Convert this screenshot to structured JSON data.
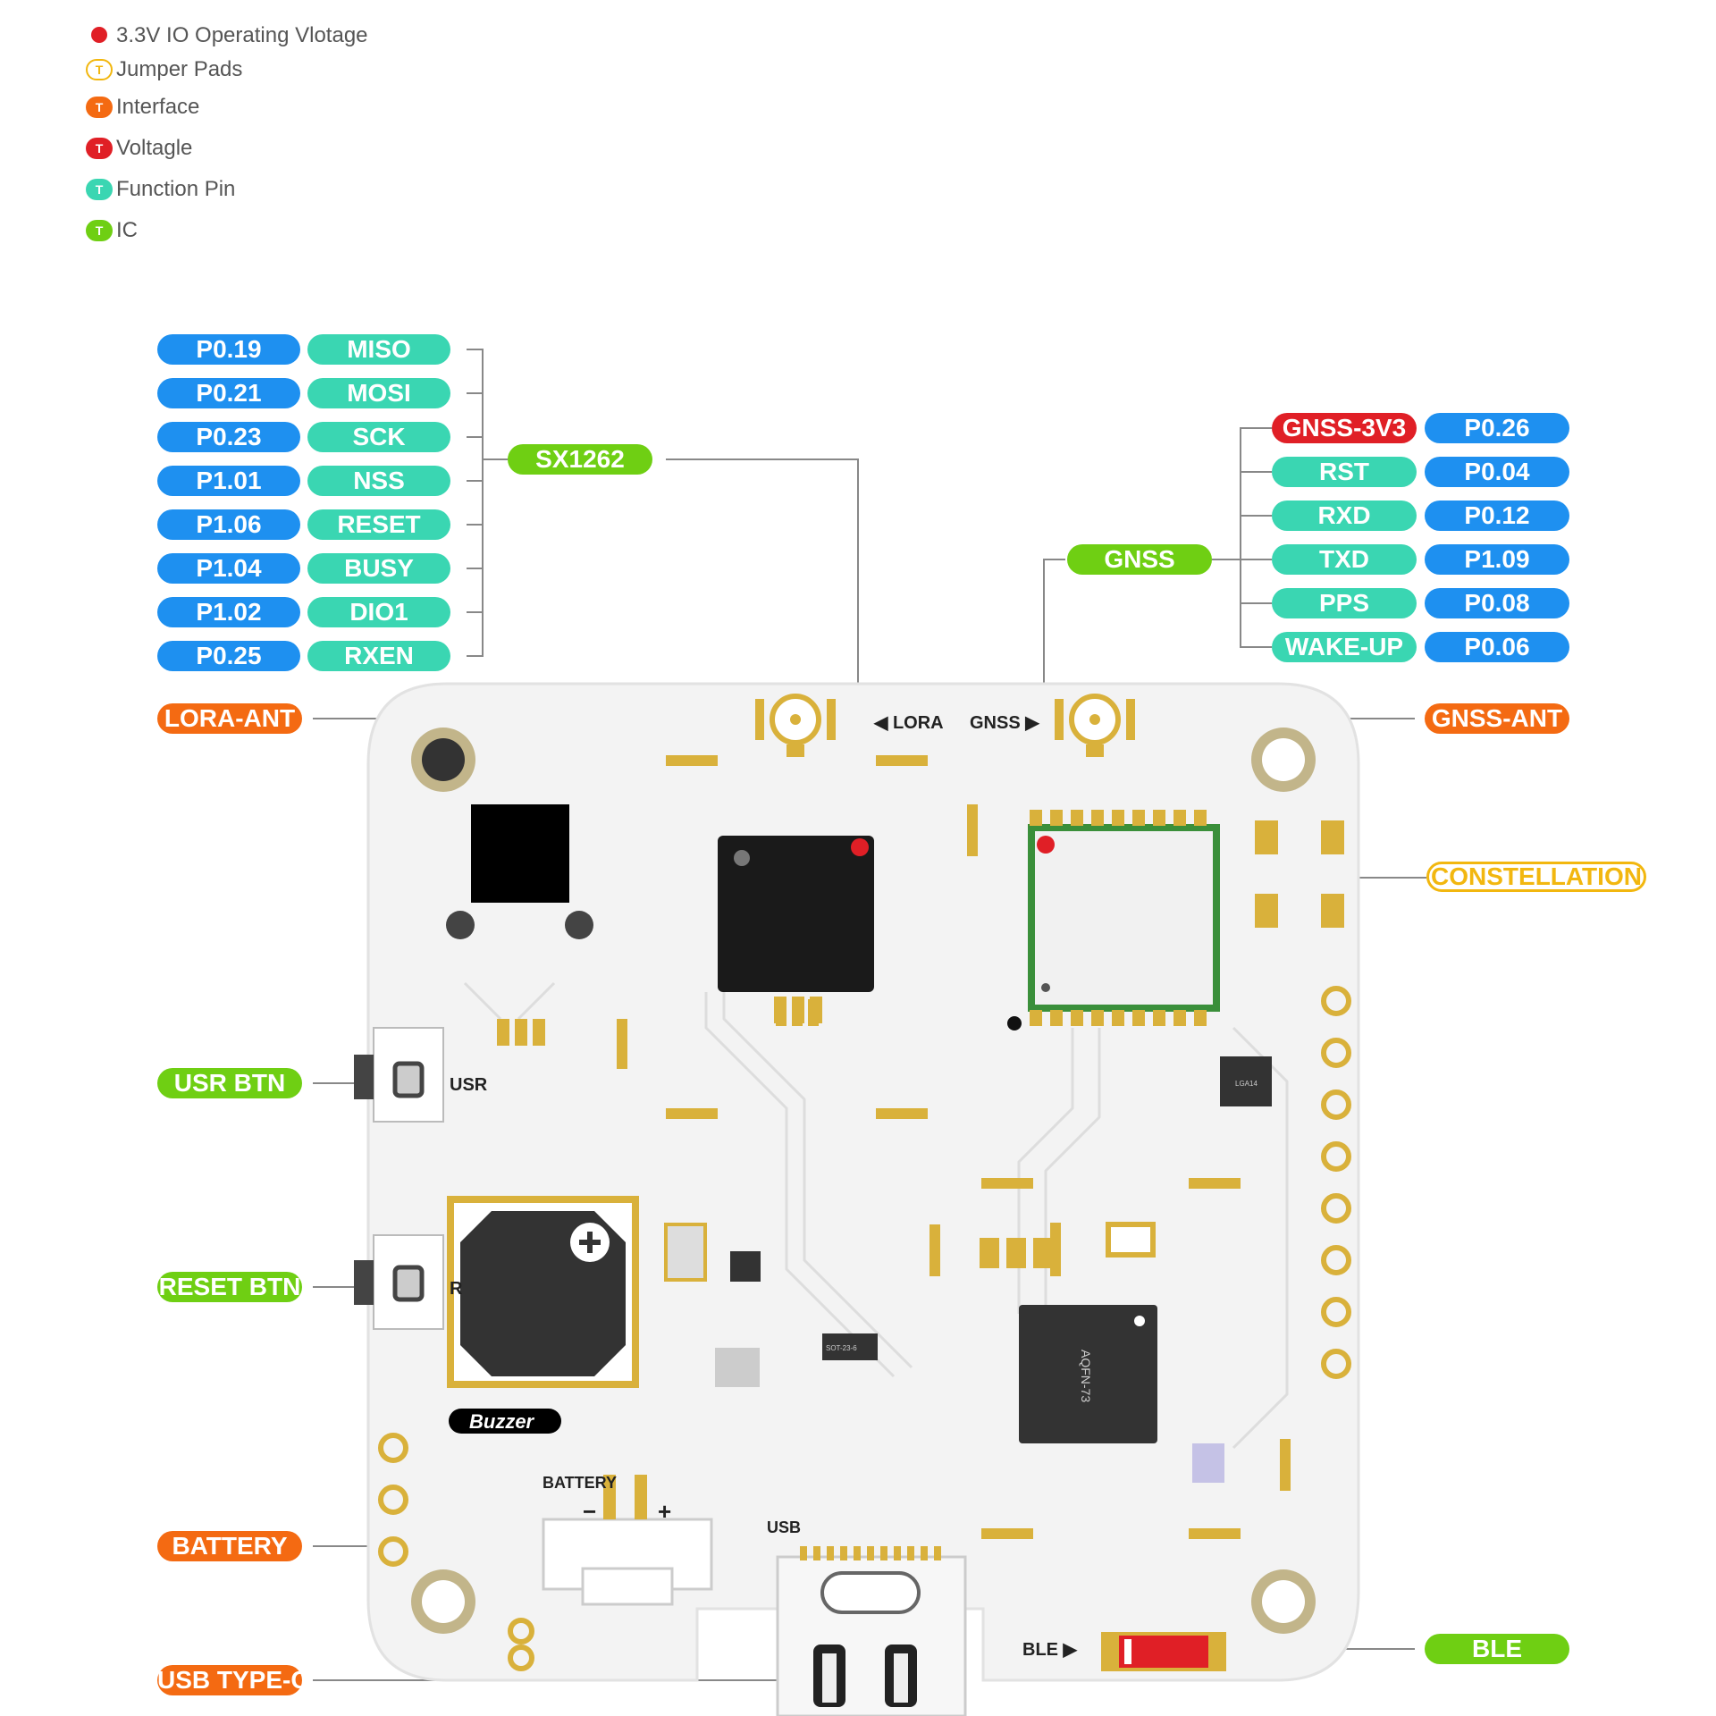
{
  "legend": {
    "items": [
      {
        "text": "3.3V IO Operating Vlotage",
        "color": "#e01f26",
        "kind": "dot"
      },
      {
        "text": "Jumper Pads",
        "color": "#f2b70f",
        "kind": "outline"
      },
      {
        "text": "Interface",
        "color": "#f46a12",
        "kind": "pill"
      },
      {
        "text": "Voltagle",
        "color": "#e01f26",
        "kind": "pill"
      },
      {
        "text": "Function Pin",
        "color": "#3ad6b2",
        "kind": "pill"
      },
      {
        "text": "IC",
        "color": "#6fcf13",
        "kind": "pill"
      }
    ],
    "badge": "T"
  },
  "sx1262": {
    "label": "SX1262",
    "pins": [
      {
        "gpio": "P0.19",
        "func": "MISO"
      },
      {
        "gpio": "P0.21",
        "func": "MOSI"
      },
      {
        "gpio": "P0.23",
        "func": "SCK"
      },
      {
        "gpio": "P1.01",
        "func": "NSS"
      },
      {
        "gpio": "P1.06",
        "func": "RESET"
      },
      {
        "gpio": "P1.04",
        "func": "BUSY"
      },
      {
        "gpio": "P1.02",
        "func": "DIO1"
      },
      {
        "gpio": "P0.25",
        "func": "RXEN"
      }
    ]
  },
  "gnss": {
    "label": "GNSS",
    "pins": [
      {
        "func": "GNSS-3V3",
        "gpio": "P0.26",
        "func_color": "#e01f26"
      },
      {
        "func": "RST",
        "gpio": "P0.04",
        "func_color": "#3ad6b2"
      },
      {
        "func": "RXD",
        "gpio": "P0.12",
        "func_color": "#3ad6b2"
      },
      {
        "func": "TXD",
        "gpio": "P1.09",
        "func_color": "#3ad6b2"
      },
      {
        "func": "PPS",
        "gpio": "P0.08",
        "func_color": "#3ad6b2"
      },
      {
        "func": "WAKE-UP",
        "gpio": "P0.06",
        "func_color": "#3ad6b2"
      }
    ]
  },
  "callouts": {
    "lora_ant": "LORA-ANT",
    "gnss_ant": "GNSS-ANT",
    "constellation": "CONSTELLATION",
    "usr_btn": "USR BTN",
    "reset_btn": "RESET BTN",
    "battery": "BATTERY",
    "usb_typec": "USB TYPE-C",
    "ble": "BLE"
  },
  "board": {
    "lora_mark": "◀ LORA",
    "gnss_mark": "GNSS ▶",
    "usr": "USR",
    "reset_letter": "R",
    "buzzer": "Buzzer",
    "battery_silk": "BATTERY",
    "usb_silk": "USB",
    "ble_mark": "BLE ▶",
    "mcu": "AQFN-73",
    "sot": "SOT-23-6",
    "lga": "LGA14",
    "minus": "−",
    "plus": "+"
  }
}
